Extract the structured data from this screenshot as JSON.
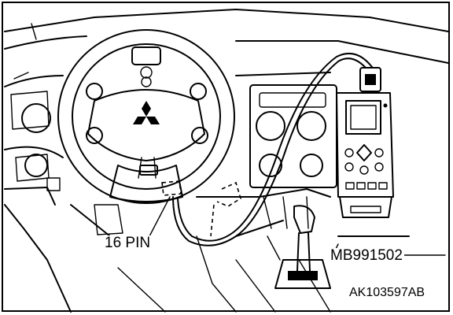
{
  "figure": {
    "figure_id": "AK103597AB",
    "callouts": [
      {
        "id": "connector",
        "text": "16 PIN"
      },
      {
        "id": "tool",
        "text": "MB991502"
      }
    ]
  },
  "colors": {
    "line": "#000000",
    "background": "#ffffff"
  },
  "icons": [
    "steering-wheel-icon",
    "mitsubishi-logo-icon",
    "scan-tool-icon",
    "gear-shift-icon"
  ]
}
